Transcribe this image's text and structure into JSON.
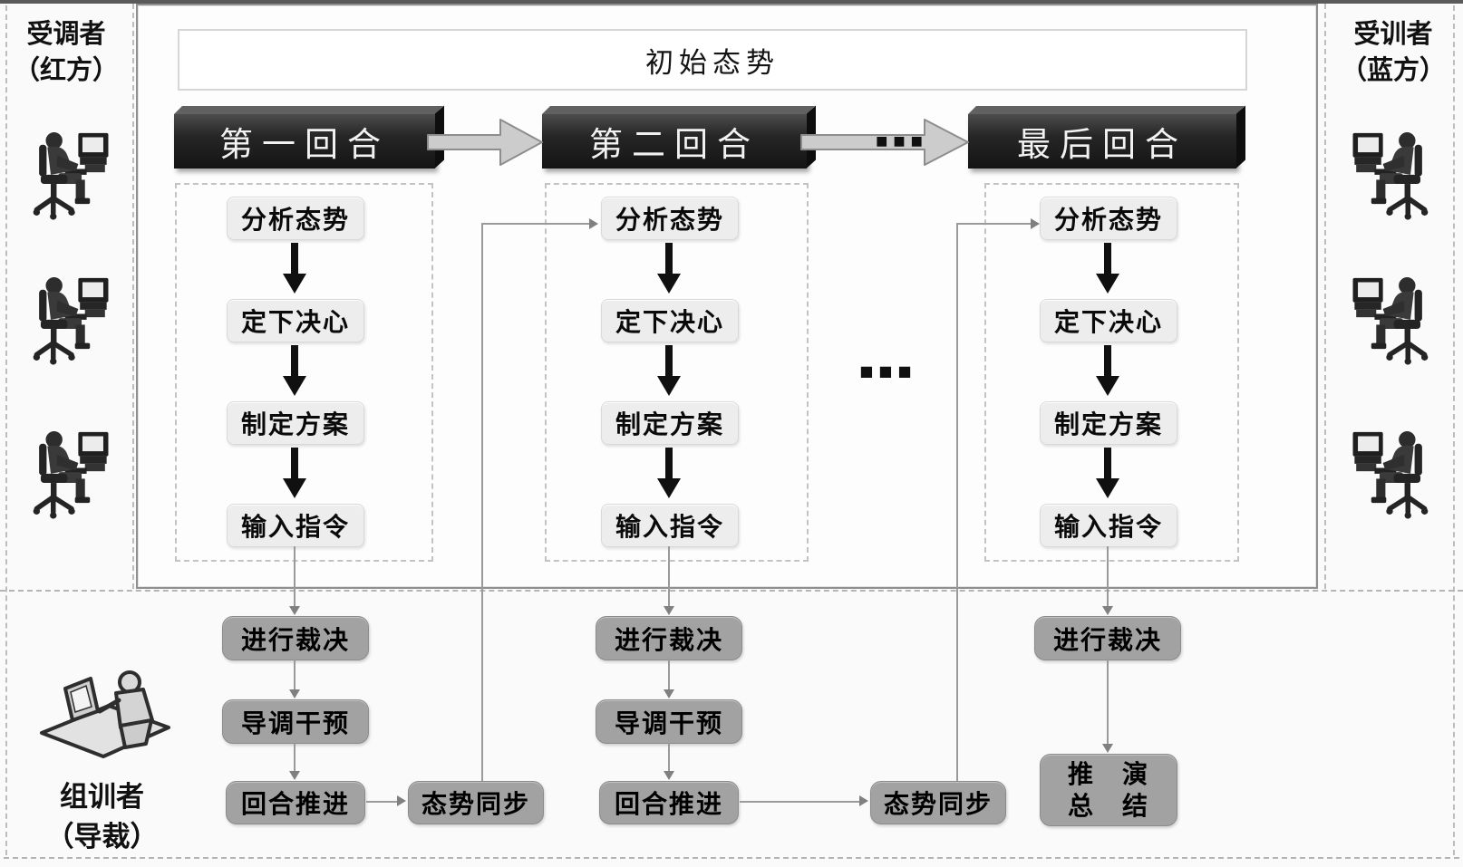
{
  "figure": {
    "banner": "初始态势",
    "ellipsis": "■■■"
  },
  "roles": {
    "left": {
      "title": "受调者",
      "subtitle": "（红方）"
    },
    "right": {
      "title": "受训者",
      "subtitle": "（蓝方）"
    },
    "director": {
      "title": "组训者",
      "subtitle": "（导裁）"
    }
  },
  "rounds": [
    {
      "title": "第一回合",
      "steps": [
        "分析态势",
        "定下决心",
        "制定方案",
        "输入指令"
      ]
    },
    {
      "title": "第二回合",
      "steps": [
        "分析态势",
        "定下决心",
        "制定方案",
        "输入指令"
      ]
    },
    {
      "title": "最后回合",
      "steps": [
        "分析态势",
        "定下决心",
        "制定方案",
        "输入指令"
      ]
    }
  ],
  "bottom": {
    "adjudicate": "进行裁决",
    "intervene": "导调干预",
    "advance": "回合推进",
    "sync": "态势同步",
    "summary_line1": "推　演",
    "summary_line2": "总　结"
  },
  "colors": {
    "round_header_bg": "#262626",
    "step_box_bg": "#ededed",
    "gray_box_bg": "#a2a2a2",
    "connector": "#9a9a9a",
    "dashed_border": "#c3c3c3"
  }
}
